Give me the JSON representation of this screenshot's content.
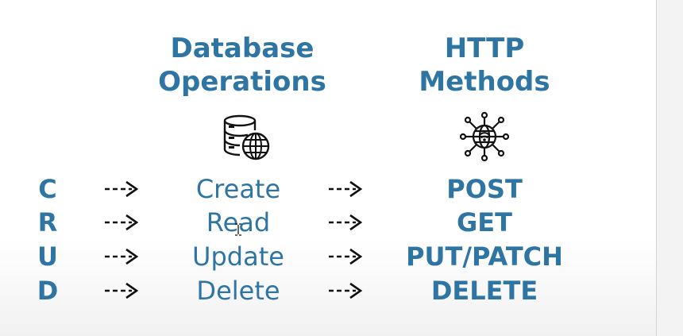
{
  "headings": {
    "database": [
      "Database",
      "Operations"
    ],
    "http": [
      "HTTP",
      "Methods"
    ]
  },
  "icons": {
    "database": "database-globe-icon",
    "network": "globe-network-icon",
    "arrow": "dashed-arrow-right-icon"
  },
  "rows": [
    {
      "letter": "C",
      "operation": "Create",
      "method": "POST"
    },
    {
      "letter": "R",
      "operation": "Read",
      "method": "GET"
    },
    {
      "letter": "U",
      "operation": "Update",
      "method": "PUT/PATCH"
    },
    {
      "letter": "D",
      "operation": "Delete",
      "method": "DELETE"
    }
  ],
  "colors": {
    "accent": "#2e75a3",
    "text_dark": "#111111"
  }
}
